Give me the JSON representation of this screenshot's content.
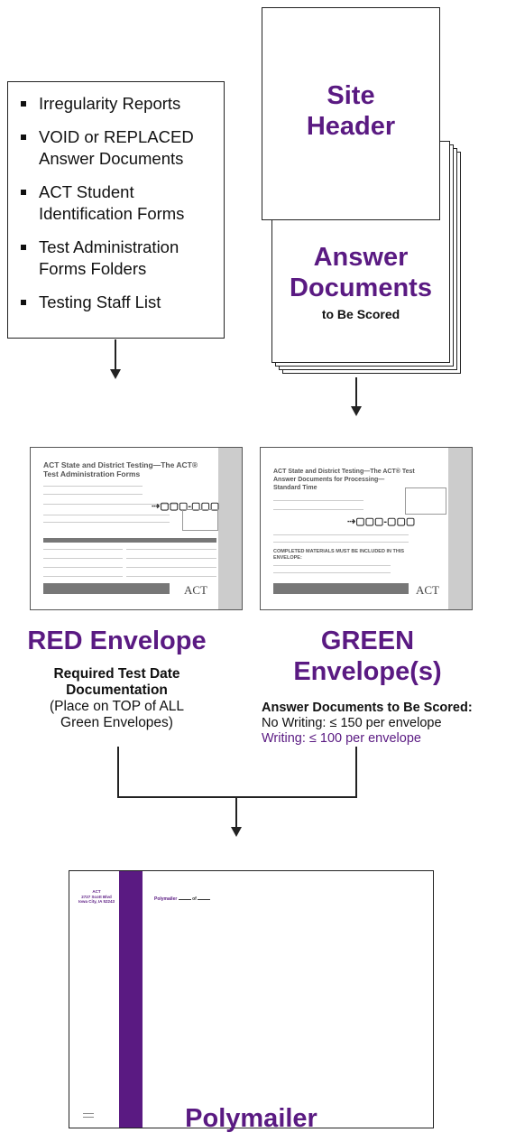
{
  "checklist": {
    "items": [
      "Irregularity Reports",
      "VOID or REPLACED Answer Documents",
      "ACT Student Identification Forms",
      "Test Administration Forms Folders",
      "Testing Staff List"
    ]
  },
  "site_header": {
    "title_line1": "Site",
    "title_line2": "Header"
  },
  "answer_docs": {
    "title_line1": "Answer",
    "title_line2": "Documents",
    "subtitle": "to Be Scored"
  },
  "red_thumb": {
    "heading_line1": "ACT State and District Testing—The ACT®",
    "heading_line2": "Test Administration Forms",
    "brand": "ACT"
  },
  "green_thumb": {
    "heading_line1": "ACT State and District Testing—The ACT® Test",
    "heading_line2": "Answer Documents for Processing—",
    "heading_line3": "Standard Time",
    "section_title": "COMPLETED MATERIALS MUST BE INCLUDED IN THIS ENVELOPE:",
    "brand": "ACT"
  },
  "red_envelope": {
    "title": "RED Envelope",
    "desc_bold_1": "Required Test Date",
    "desc_bold_2": "Documentation",
    "desc_line3": "(Place on TOP of ALL",
    "desc_line4": "Green Envelopes)"
  },
  "green_envelope": {
    "title_line1": "GREEN",
    "title_line2": "Envelope(s)",
    "desc_bold": "Answer Documents to Be Scored:",
    "no_writing": "No Writing: ≤ 150 per envelope",
    "writing": "Writing: ≤ 100 per envelope"
  },
  "polymailer": {
    "address_1": "ACT",
    "address_2": "2727 Scott Blvd",
    "address_3": "Iowa City, IA 52243",
    "label_text": "Polymailer",
    "label_of": "of",
    "caption": "Polymailer"
  },
  "colors": {
    "accent": "#5a1a82"
  }
}
